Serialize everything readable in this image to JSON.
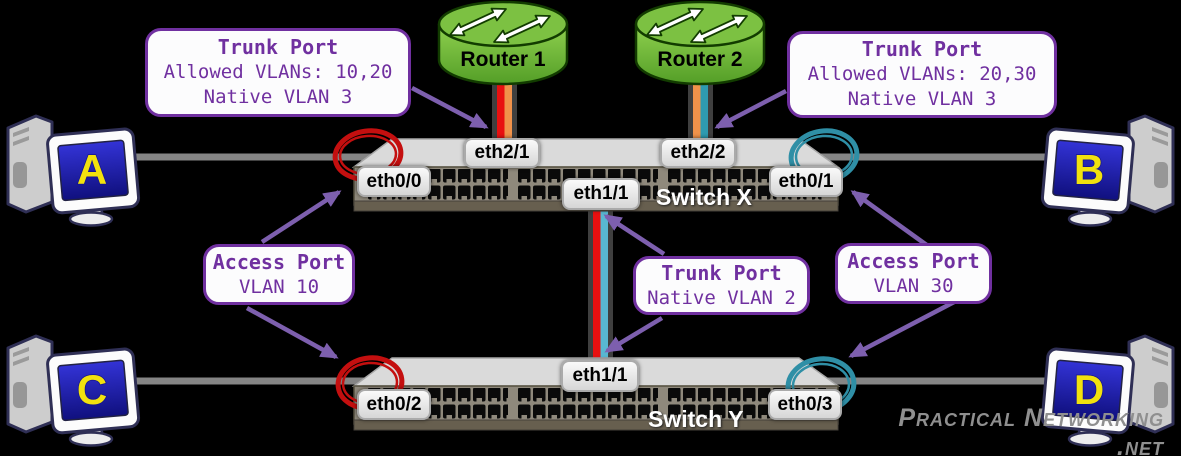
{
  "watermark": {
    "text": "Practical Networking .net"
  },
  "routers": [
    {
      "label": "Router 1"
    },
    {
      "label": "Router 2"
    }
  ],
  "switches": {
    "x": {
      "name": "Switch X",
      "ports": {
        "eth21": "eth2/1",
        "eth22": "eth2/2",
        "eth00": "eth0/0",
        "eth01": "eth0/1",
        "eth11": "eth1/1"
      }
    },
    "y": {
      "name": "Switch Y",
      "ports": {
        "eth11": "eth1/1",
        "eth02": "eth0/2",
        "eth03": "eth0/3"
      }
    }
  },
  "computers": {
    "a": {
      "label": "A"
    },
    "b": {
      "label": "B"
    },
    "c": {
      "label": "C"
    },
    "d": {
      "label": "D"
    }
  },
  "callouts": {
    "trunk_left": {
      "lines": [
        "Trunk Port",
        "Allowed VLANs: 10,20",
        "Native VLAN 3"
      ]
    },
    "trunk_right": {
      "lines": [
        "Trunk Port",
        "Allowed VLANs: 20,30",
        "Native VLAN 3"
      ]
    },
    "access_left": {
      "lines": [
        "Access Port",
        "VLAN 10"
      ]
    },
    "trunk_middle": {
      "lines": [
        "Trunk Port",
        "Native VLAN 2"
      ]
    },
    "access_right": {
      "lines": [
        "Access Port",
        "VLAN 30"
      ]
    }
  },
  "colors": {
    "callout_purple": "#7030A0",
    "arrow_purple": "#7D5FAE",
    "vlan10_red_circle": "#C40F0F",
    "vlan30_teal_circle": "#2F8FA6",
    "cable_gray": "#858585",
    "cable_red": "#E81010",
    "cable_orange": "#F0924A",
    "cable_light_blue": "#58B7D2",
    "cable_teal": "#2E9AB0",
    "router_green": "#6FBE3A"
  }
}
